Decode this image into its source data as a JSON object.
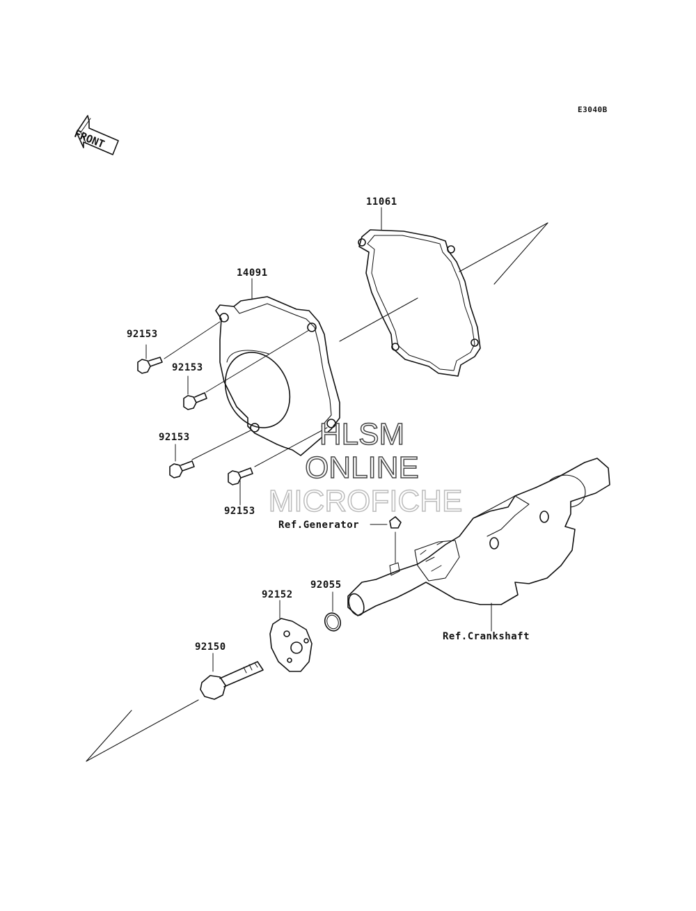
{
  "diagram_code": "E3040B",
  "front_label": "FRONT",
  "parts": {
    "gasket": "11061",
    "cover": "14091",
    "bolt_top_left": "92153",
    "bolt_mid": "92153",
    "bolt_lower_left": "92153",
    "bolt_bottom": "92153",
    "washer": "92152",
    "oring": "92055",
    "bolt_main": "92150"
  },
  "references": {
    "generator": "Ref.Generator",
    "crankshaft": "Ref.Crankshaft"
  },
  "watermark": {
    "line1": "HLSM",
    "line2": "ONLINE",
    "line3": "MICROFICHE"
  }
}
